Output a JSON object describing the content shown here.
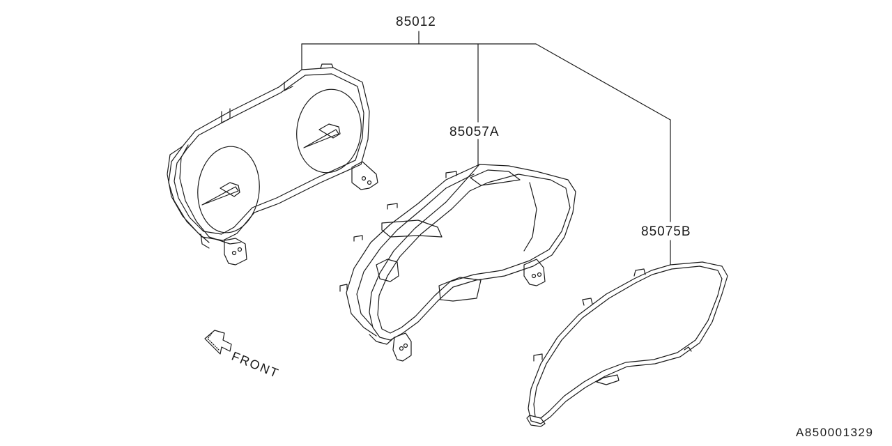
{
  "callouts": {
    "assembly_part": "85012",
    "component_a_part": "85057A",
    "component_b_part": "85075B"
  },
  "orientation": {
    "label": "FRONT"
  },
  "illustration_code": "A850001329",
  "colors": {
    "line": "#1a1a1a",
    "background": "#ffffff"
  }
}
